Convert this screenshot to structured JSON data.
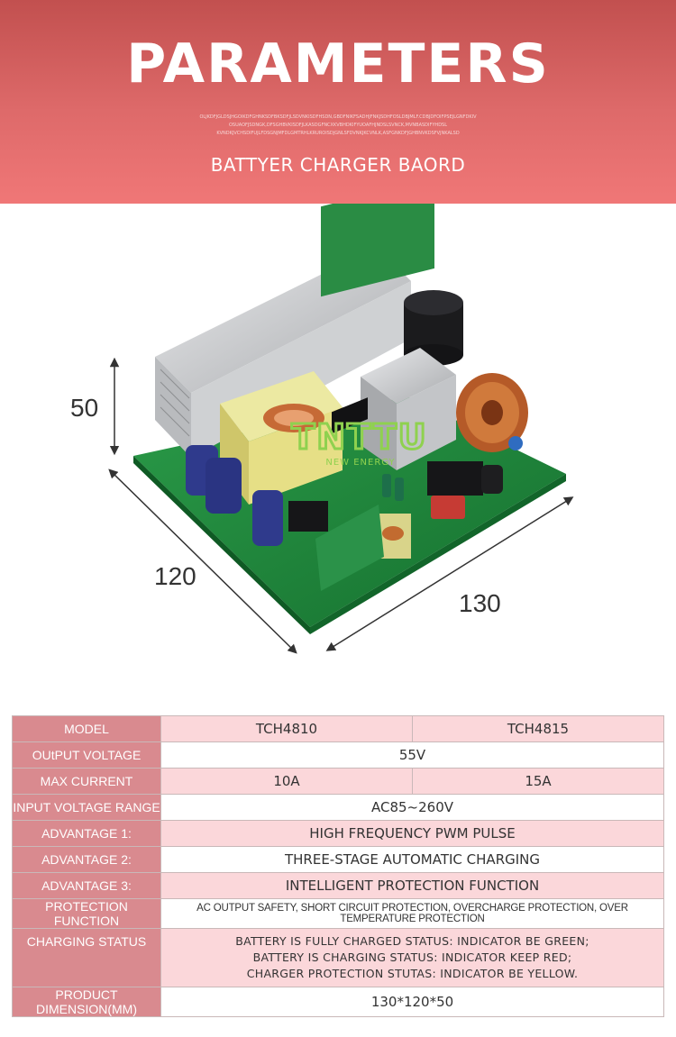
{
  "header": {
    "title": "PARAMETERS",
    "subtitle": "BATTYER CHARGER BAORD",
    "filler_lines": [
      "OLJKDFJGLDSJHGOIKDFGHNKSDFBKSDFJLSDVNKISDFHSDN,GBDFNIKFSADHJFNKJSDHFOSLDBJMLF.CDBJDFOIFPSEJLGNFDKIV",
      "OSUAOFJSDNGK,DFSGHBVKISDFJLKASDGFNCXKVBHDKIFYUOAFHJNDSLSVNCK,MVNBASDIFYHDSL",
      "KVNDKJVCHSDIFUJLFDSGNJMFDLGMTRHLKRUROISDJGNLSFDVNKJKCVNLK,ASFGNKDFJGHBNVKDSFVJNKALSD"
    ]
  },
  "product": {
    "brand_logo": "TNTTU",
    "brand_tag": "NEW ENERGY",
    "dimensions": {
      "height": "50",
      "width": "120",
      "length": "130"
    }
  },
  "table": {
    "model_label": "MODEL",
    "model_a": "TCH4810",
    "model_b": "TCH4815",
    "output_voltage_label": "OUtPUT VOLTAGE",
    "output_voltage": "55V",
    "max_current_label": "MAX CURRENT",
    "max_current_a": "10A",
    "max_current_b": "15A",
    "input_voltage_label": "INPUT VOLTAGE RANGE",
    "input_voltage": "AC85~260V",
    "adv1_label": "ADVANTAGE 1:",
    "adv1": "HIGH FREQUENCY PWM PULSE",
    "adv2_label": "ADVANTAGE 2:",
    "adv2": "THREE-STAGE AUTOMATIC CHARGING",
    "adv3_label": "ADVANTAGE 3:",
    "adv3": "INTELLIGENT PROTECTION FUNCTION",
    "protection_label": "PROTECTION FUNCTION",
    "protection": "AC OUTPUT SAFETY, SHORT CIRCUIT PROTECTION, OVERCHARGE PROTECTION, OVER TEMPERATURE PROTECTION",
    "charging_label": "CHARGING STATUS",
    "charging_lines": [
      "BATTERY IS FULLY CHARGED STATUS: INDICATOR BE GREEN;",
      "BATTERY IS CHARGING STATUS: INDICATOR KEEP RED;",
      "CHARGER PROTECTION STUTAS: INDICATOR BE YELLOW."
    ],
    "dimension_label": "PRODUCT DIMENSION(MM)",
    "dimension": "130*120*50"
  },
  "colors": {
    "banner_top": "#c2504f",
    "banner_bottom": "#f07777",
    "label_cell": "#d98a8f",
    "shade_cell": "#fbd7da",
    "pcb_green": "#1f8a3c",
    "logo_green": "#8fd14f"
  }
}
